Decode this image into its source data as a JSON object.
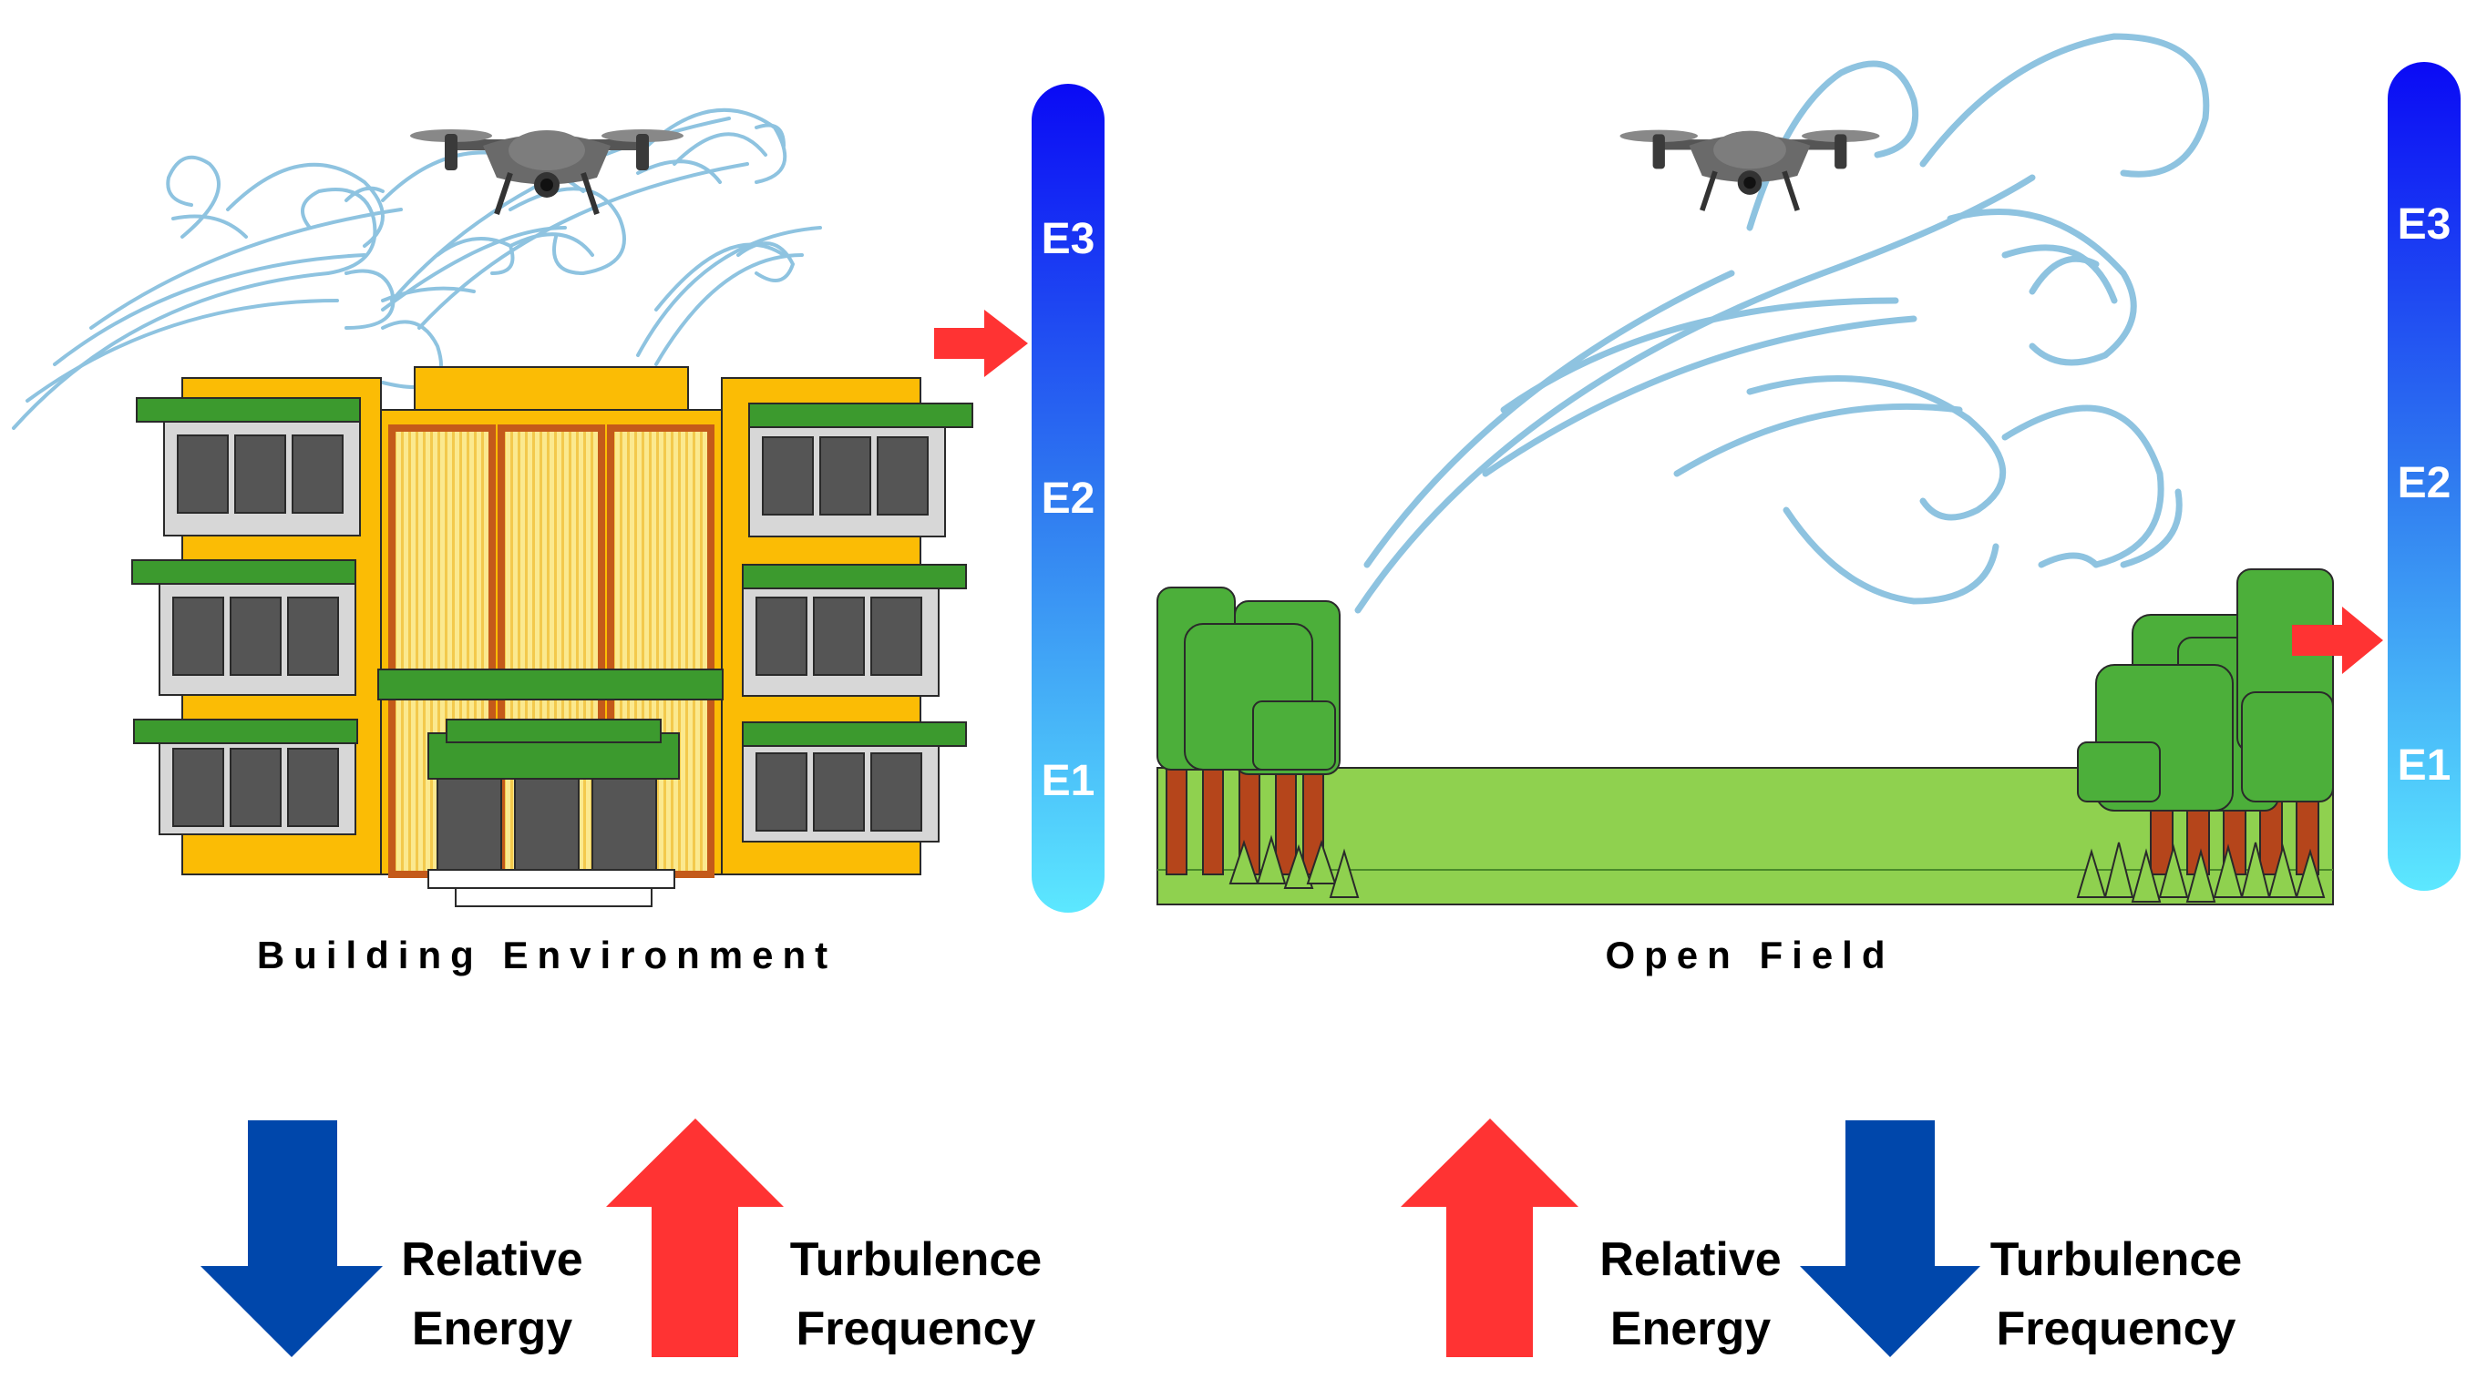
{
  "panels": {
    "building": {
      "label": "Building Environment",
      "energy_levels": [
        "E3",
        "E2",
        "E1"
      ],
      "indicated_level": "E3",
      "energy_label": [
        "Relative",
        "Energy"
      ],
      "energy_trend": "down",
      "turbulence_label": [
        "Turbulence",
        "Frequency"
      ],
      "turbulence_trend": "up"
    },
    "field": {
      "label": "Open Field",
      "energy_levels": [
        "E3",
        "E2",
        "E1"
      ],
      "indicated_level": "E1",
      "energy_label": [
        "Relative",
        "Energy"
      ],
      "energy_trend": "up",
      "turbulence_label": [
        "Turbulence",
        "Frequency"
      ],
      "turbulence_trend": "down"
    }
  },
  "colors": {
    "bar_top": "#0a0af5",
    "bar_bottom": "#5ce8ff",
    "arrow_up": "#ff3333",
    "arrow_down": "#0047ab",
    "pointer": "#ff3333",
    "wind": "#8ec3e0",
    "building_yellow": "#fbbc05",
    "roof_green": "#3c9a2e",
    "grass": "#8fd14f",
    "tree": "#4caf3a",
    "trunk": "#b5451b"
  },
  "icons": [
    "drone-icon",
    "wind-swirl-icon",
    "tree-icon",
    "building-icon",
    "arrow-up-icon",
    "arrow-down-icon"
  ]
}
